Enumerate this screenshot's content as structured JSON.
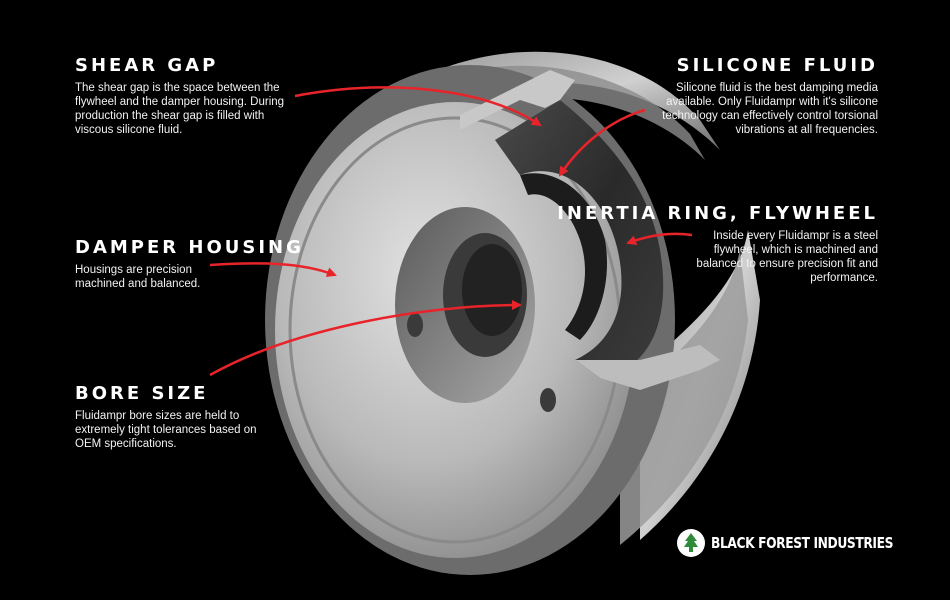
{
  "callouts": {
    "shear_gap": {
      "title": "SHEAR GAP",
      "body": "The shear gap is the space between the flywheel and the damper housing. During production the shear gap is filled with viscous silicone fluid."
    },
    "damper_housing": {
      "title": "DAMPER HOUSING",
      "body": "Housings are precision machined and balanced."
    },
    "bore_size": {
      "title": "BORE SIZE",
      "body": "Fluidampr bore sizes are held to extremely tight tolerances based on OEM specifications."
    },
    "silicone_fluid": {
      "title": "SILICONE FLUID",
      "body": "Silicone fluid is the best damping media available. Only Fluidampr with it's silicone technology can effectively control torsional vibrations at all frequencies."
    },
    "inertia_ring": {
      "title": "INERTIA RING, FLYWHEEL",
      "body": "Inside every Fluidampr is a steel flywheel, which is machined and balanced to ensure precision fit and performance."
    }
  },
  "brand": {
    "name": "BLACK FOREST INDUSTRIES",
    "logo_icon": "tree-icon"
  },
  "colors": {
    "background": "#000000",
    "text": "#ffffff",
    "arrow": "#e8232a",
    "metal_light": "#d6d6d6",
    "metal_dark": "#6a6a6a",
    "flywheel": "#2e2e2e"
  }
}
